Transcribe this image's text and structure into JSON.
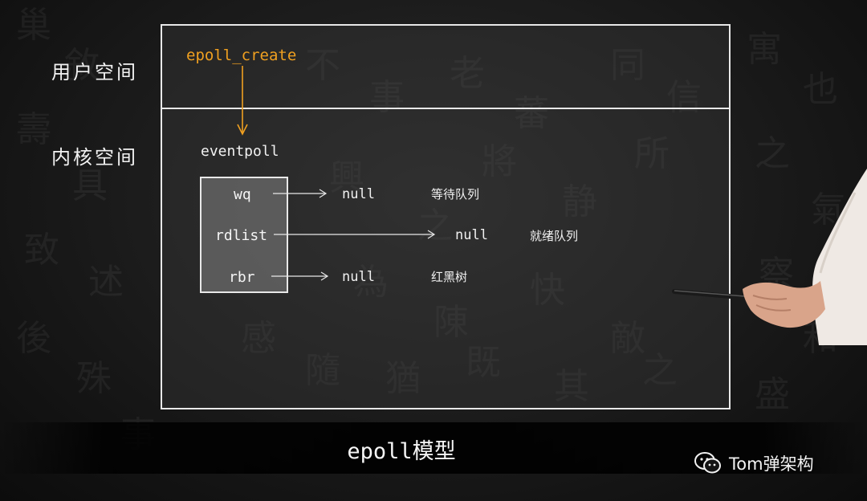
{
  "diagram": {
    "regions": {
      "user_space": "用户空间",
      "kernel_space": "内核空间"
    },
    "call": "epoll_create",
    "node": "eventpoll",
    "fields": [
      {
        "name": "wq",
        "value": "null",
        "queue": "等待队列"
      },
      {
        "name": "rdlist",
        "value": "null",
        "queue": "就绪队列"
      },
      {
        "name": "rbr",
        "value": "null",
        "queue": "红黑树"
      }
    ],
    "colors": {
      "call_highlight": "#f0a020",
      "line": "#e8e8e8"
    }
  },
  "caption": "epoll模型",
  "watermark": {
    "icon": "wechat-icon",
    "text": "Tom弹架构"
  }
}
